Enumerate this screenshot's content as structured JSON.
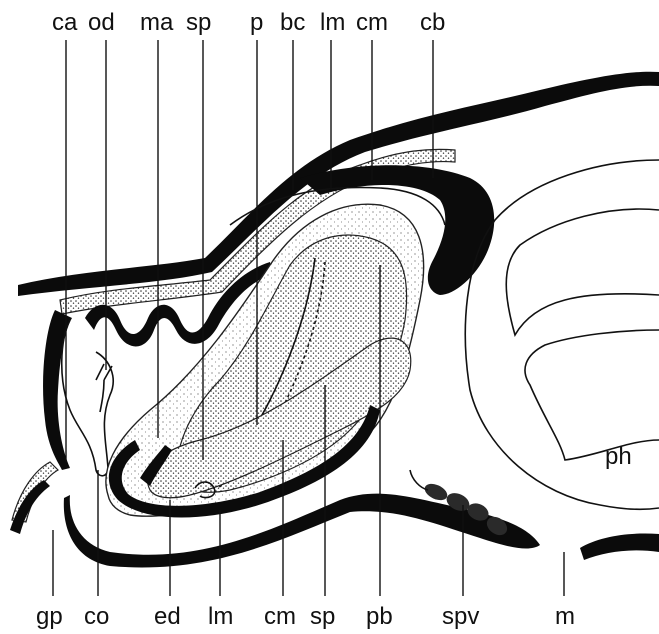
{
  "figure": {
    "top_labels": [
      {
        "id": "ca",
        "text": "ca"
      },
      {
        "id": "od",
        "text": "od"
      },
      {
        "id": "ma",
        "text": "ma"
      },
      {
        "id": "sp",
        "text": "sp"
      },
      {
        "id": "p",
        "text": "p"
      },
      {
        "id": "bc",
        "text": "bc"
      },
      {
        "id": "lm",
        "text": "lm"
      },
      {
        "id": "cm",
        "text": "cm"
      },
      {
        "id": "cb",
        "text": "cb"
      }
    ],
    "bottom_labels": [
      {
        "id": "gp",
        "text": "gp"
      },
      {
        "id": "co",
        "text": "co"
      },
      {
        "id": "ed",
        "text": "ed"
      },
      {
        "id": "lm",
        "text": "lm"
      },
      {
        "id": "cm",
        "text": "cm"
      },
      {
        "id": "sp",
        "text": "sp"
      },
      {
        "id": "pb",
        "text": "pb"
      },
      {
        "id": "spv",
        "text": "spv"
      },
      {
        "id": "m",
        "text": "m"
      }
    ],
    "inline_labels": [
      {
        "id": "ph",
        "text": "ph"
      }
    ]
  }
}
